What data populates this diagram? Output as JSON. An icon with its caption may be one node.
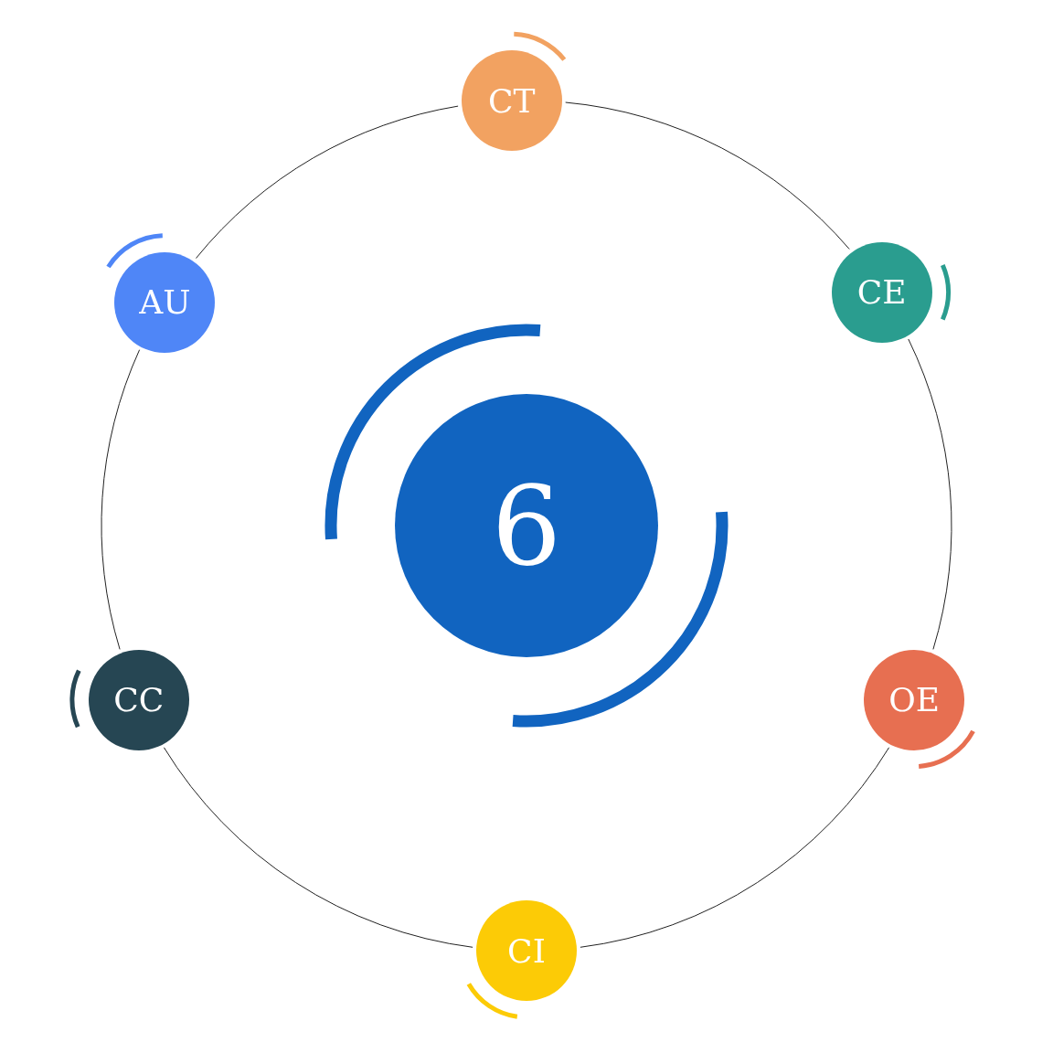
{
  "diagram": {
    "nodes": [
      {
        "text": [
          "CT"
        ]
      },
      {
        "text": [
          "AU"
        ]
      },
      {
        "text": [
          "CE"
        ]
      },
      {
        "text": [
          "6"
        ]
      },
      {
        "text": [
          "CC"
        ]
      },
      {
        "text": [
          "OE"
        ]
      },
      {
        "text": [
          "CI"
        ]
      }
    ],
    "edges": [
      {
        "from": 0,
        "to": 2,
        "arrow": "none"
      },
      {
        "from": 2,
        "to": 5,
        "arrow": "none"
      },
      {
        "from": 5,
        "to": 6,
        "arrow": "none"
      },
      {
        "from": 6,
        "to": 4,
        "arrow": "none"
      },
      {
        "from": 4,
        "to": 1,
        "arrow": "none"
      },
      {
        "from": 1,
        "to": 0,
        "arrow": "none"
      }
    ]
  }
}
